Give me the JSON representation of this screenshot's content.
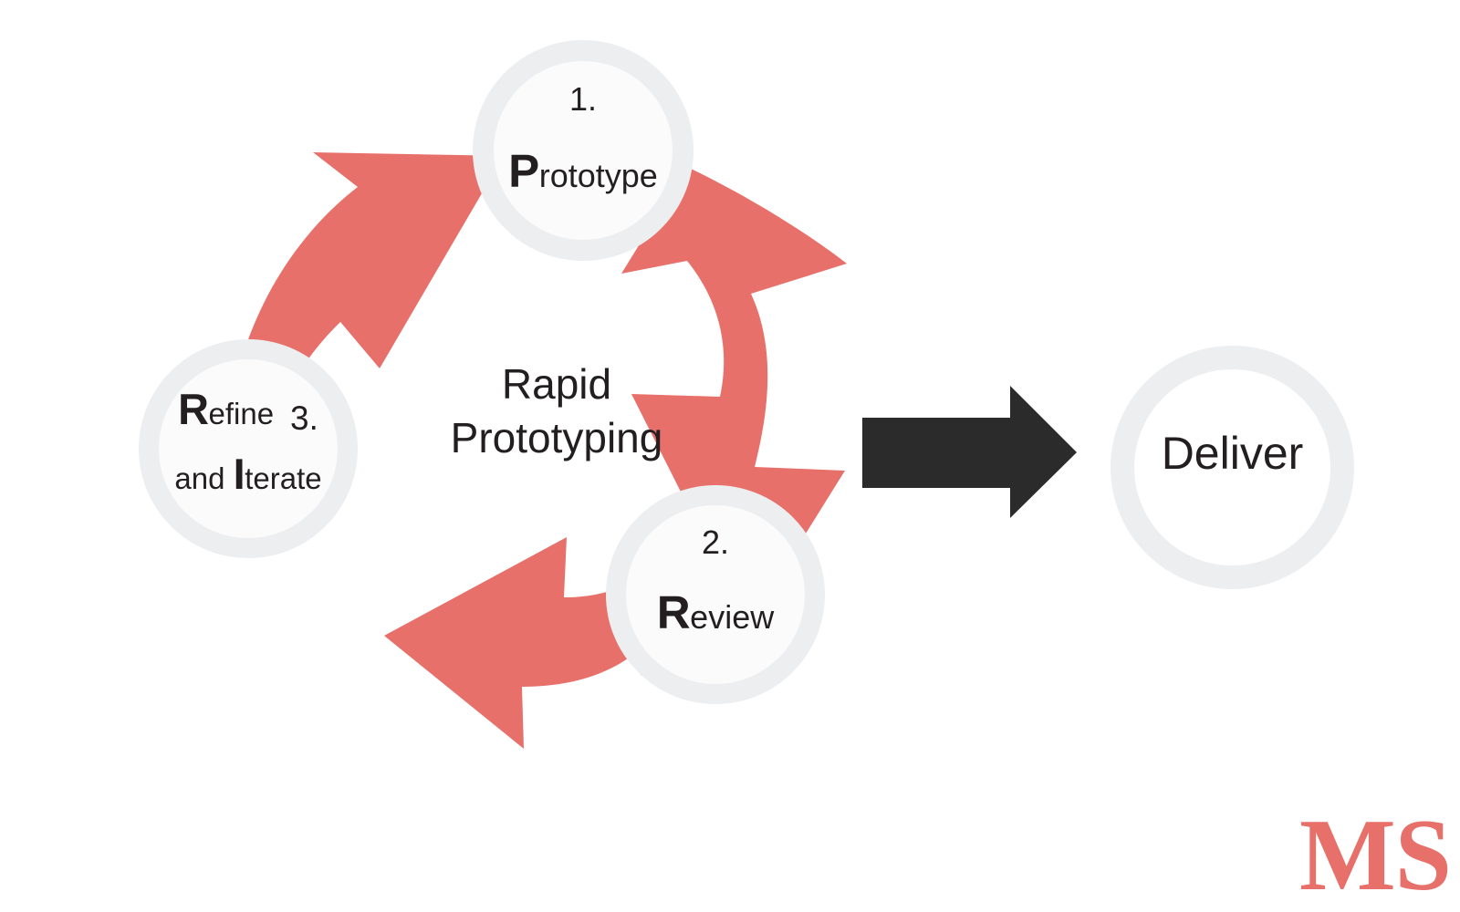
{
  "diagram": {
    "title": "Rapid Prototyping",
    "center_text_lines": [
      "Rapid",
      "Prototyping"
    ],
    "colors": {
      "accent": "#e8706a",
      "ring": "#edeef0",
      "node_fill": "#fbfbfb",
      "text": "#231f20",
      "arrow_dark": "#2b2b2b",
      "background": "#ffffff"
    },
    "cycle_nodes": [
      {
        "id": "prototype",
        "number": "1.",
        "initial": "P",
        "rest": "rototype",
        "full_label": "1. Prototype"
      },
      {
        "id": "review",
        "number": "2.",
        "initial": "R",
        "rest": "eview",
        "full_label": "2. Review"
      },
      {
        "id": "refine",
        "number": "3.",
        "initial_1": "R",
        "rest_1": "efine",
        "prefix_2": "and ",
        "initial_2": "I",
        "rest_2": "terate",
        "full_label": "3. Refine and Iterate"
      }
    ],
    "outcome": {
      "id": "deliver",
      "label": "Deliver"
    },
    "connectors": [
      {
        "id": "prototype-to-review",
        "from": "prototype",
        "to": "review",
        "style": "curved-arrow",
        "color": "#e8706a"
      },
      {
        "id": "review-to-refine",
        "from": "review",
        "to": "refine",
        "style": "curved-arrow",
        "color": "#e8706a"
      },
      {
        "id": "refine-to-prototype",
        "from": "refine",
        "to": "prototype",
        "style": "curved-arrow",
        "color": "#e8706a"
      },
      {
        "id": "cycle-to-deliver",
        "from": "cycle",
        "to": "deliver",
        "style": "block-arrow",
        "color": "#2b2b2b"
      }
    ],
    "brand": {
      "text": "MS"
    }
  }
}
